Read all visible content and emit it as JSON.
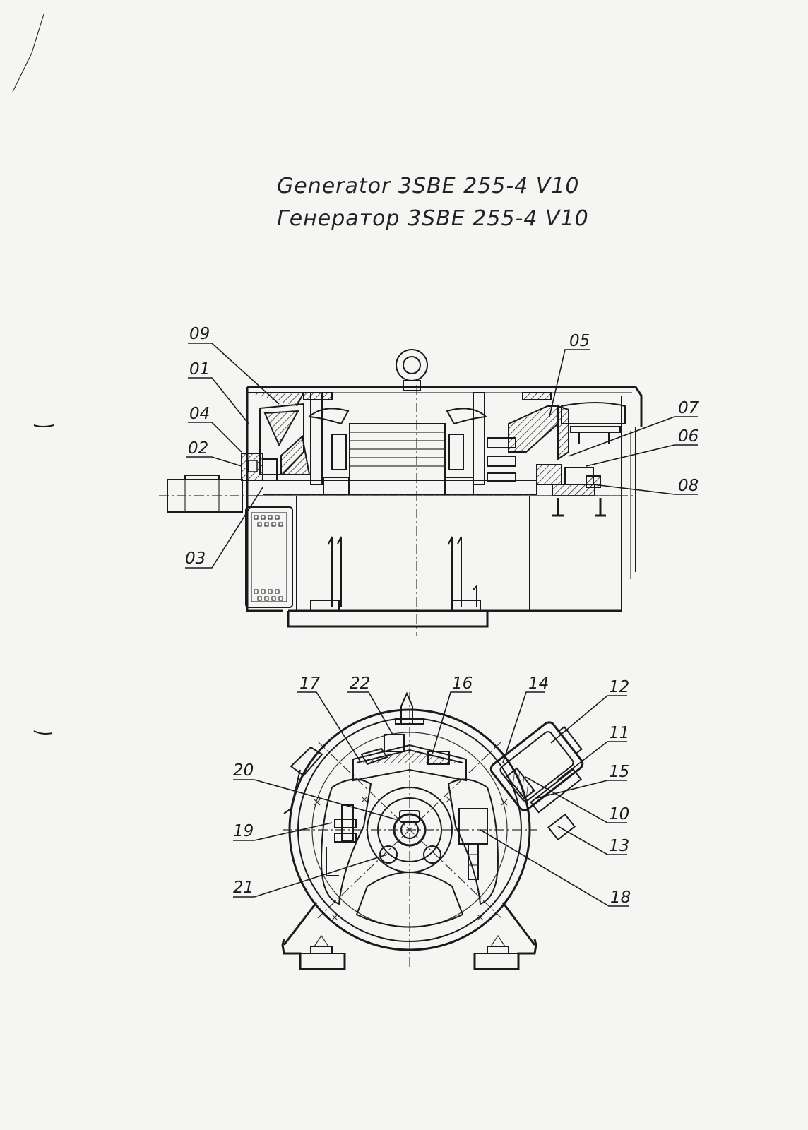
{
  "title": {
    "en": "Generator  3SBE 255-4 V10",
    "ru": "Генератор 3SBE 255-4 V10"
  },
  "section_view": {
    "labels": [
      "09",
      "01",
      "04",
      "02",
      "03",
      "05",
      "07",
      "06",
      "08"
    ]
  },
  "end_view": {
    "labels": [
      "17",
      "22",
      "16",
      "14",
      "12",
      "11",
      "15",
      "10",
      "13",
      "20",
      "19",
      "21",
      "18"
    ]
  }
}
